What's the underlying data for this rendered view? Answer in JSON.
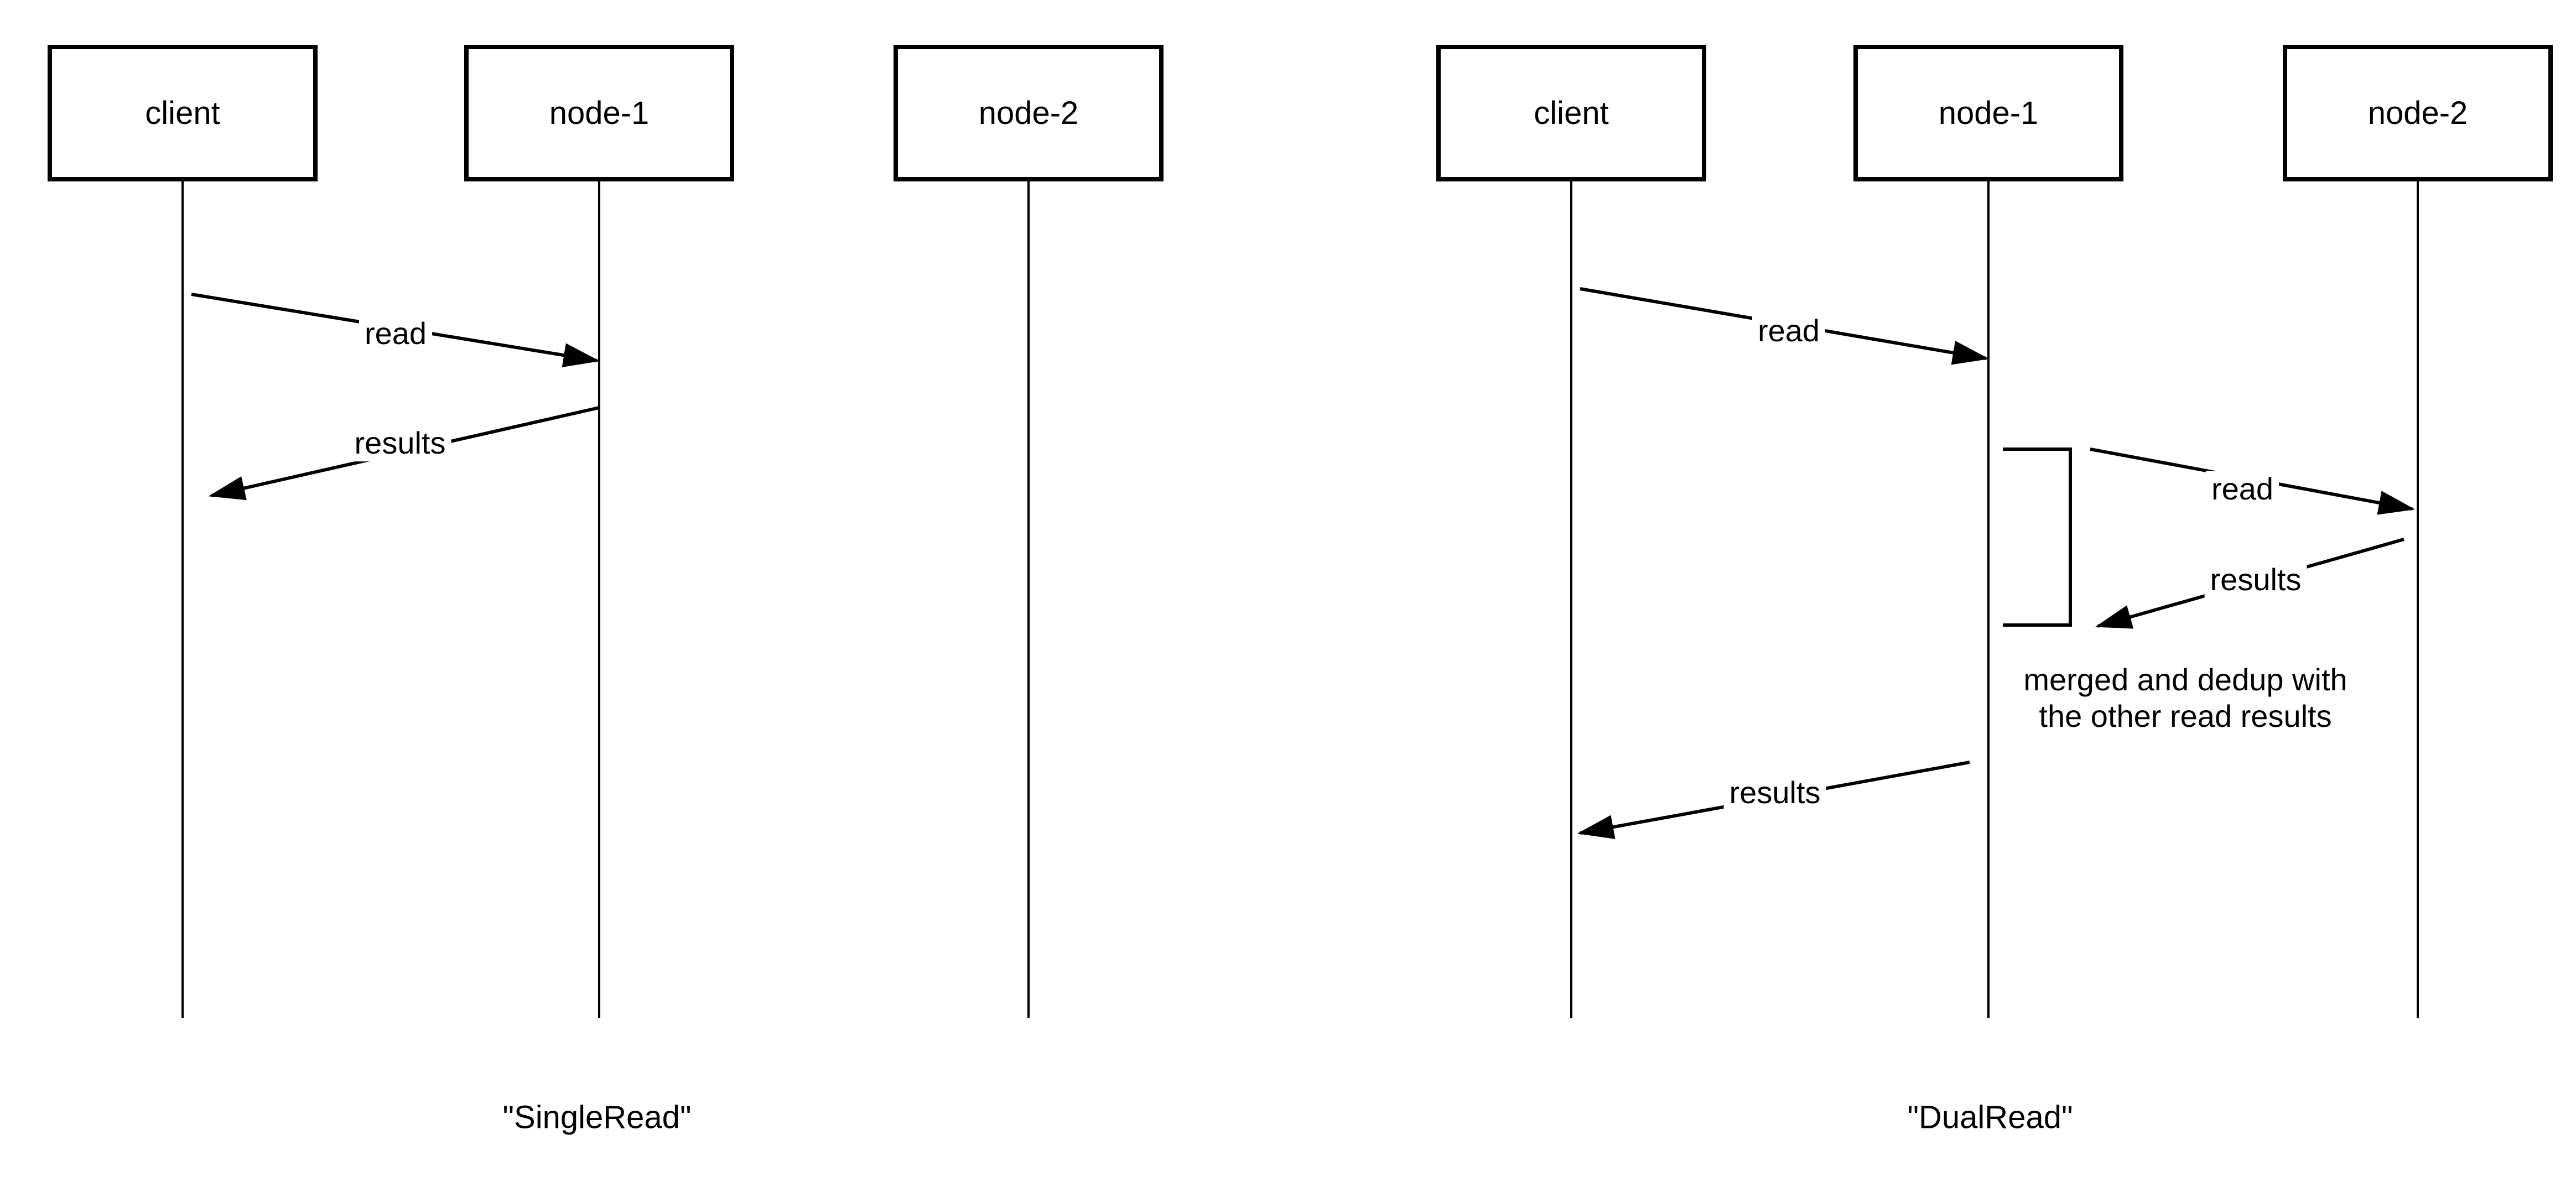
{
  "colors": {
    "background": "#ffffff",
    "line": "#000000",
    "text": "#000000"
  },
  "diagrams": [
    {
      "title": "\"SingleRead\"",
      "participants": [
        {
          "label": "client"
        },
        {
          "label": "node-1"
        },
        {
          "label": "node-2"
        }
      ],
      "messages": [
        {
          "label": "read",
          "from": "client",
          "to": "node-1"
        },
        {
          "label": "results",
          "from": "node-1",
          "to": "client"
        }
      ]
    },
    {
      "title": "\"DualRead\"",
      "participants": [
        {
          "label": "client"
        },
        {
          "label": "node-1"
        },
        {
          "label": "node-2"
        }
      ],
      "messages": [
        {
          "label": "read",
          "from": "client",
          "to": "node-1"
        },
        {
          "label": "read",
          "from": "node-1",
          "to": "node-2"
        },
        {
          "label": "results",
          "from": "node-2",
          "to": "node-1"
        },
        {
          "label": "results",
          "from": "node-1",
          "to": "client"
        }
      ],
      "note": {
        "line1": "merged and dedup with",
        "line2": "the other read results"
      }
    }
  ]
}
